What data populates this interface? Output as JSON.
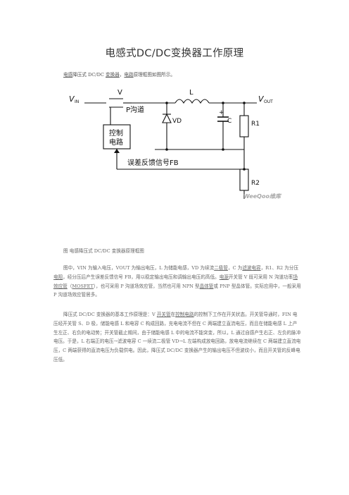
{
  "title": "电感式DC/DC变换器工作原理",
  "intro": {
    "parts": [
      {
        "t": "电感",
        "u": true
      },
      {
        "t": "降压式 DC/DC ",
        "u": false
      },
      {
        "t": "变换器",
        "u": true
      },
      {
        "t": "，",
        "u": false
      },
      {
        "t": "电路",
        "u": true
      },
      {
        "t": "原理框图如图所示。",
        "u": false
      }
    ]
  },
  "diagram": {
    "vin": "V",
    "vin_sub": "IN",
    "vout": "V",
    "vout_sub": "OUT",
    "switch_label": "V",
    "pchannel": "P沟道",
    "inductor": "L",
    "diode": "VD",
    "capacitor": "C",
    "cap_plus": "+",
    "r1": "R1",
    "r2": "R2",
    "control_line1": "控制",
    "control_line2": "电路",
    "feedback": "误差反馈信号FB"
  },
  "watermark": "WeeQoo维库",
  "caption": "图  电感降压式 DC/DC 变换器原理框图",
  "paragraph1": {
    "parts": [
      {
        "t": "图中，VIN 为输入电压，VOUT 为输出电压，L 为储能电感，VD 为续流",
        "u": false
      },
      {
        "t": "二极管",
        "u": true
      },
      {
        "t": "，C 为",
        "u": false
      },
      {
        "t": "滤波电容",
        "u": true
      },
      {
        "t": "，R1、R2 为分压",
        "u": false
      },
      {
        "t": "电阻",
        "u": true
      },
      {
        "t": "，经分压后产生误差反馈信号 FB，用以稳定输出电压和调输出电压的高低。",
        "u": false
      },
      {
        "t": "电源",
        "u": true
      },
      {
        "t": "开关管 V 既可采用 N 沟道功率",
        "u": false
      },
      {
        "t": "场效应管",
        "u": true
      },
      {
        "t": "（",
        "u": false
      },
      {
        "t": "MOSFET",
        "u": true
      },
      {
        "t": "），也可采用 P 沟道场效应管，当然也可用 NPN 型",
        "u": false
      },
      {
        "t": "晶体管",
        "u": true
      },
      {
        "t": "或 PNP 型晶体管。实际应用中，一般采用 P 沟道场效应管居多。",
        "u": false
      }
    ]
  },
  "paragraph2": {
    "parts": [
      {
        "t": "降压式 DC/DC 变换器的基本工作原理是：V ",
        "u": false
      },
      {
        "t": "开关管",
        "u": true
      },
      {
        "t": "在",
        "u": false
      },
      {
        "t": "控制电路",
        "u": true
      },
      {
        "t": "的控制下工作在开关状态。开关管导通时，FIN 电压经开关管 S、D 极，储能电感 L 和电容 C 构成回路，充电电流不但在 C 两端建立直流电压，而且在储能电感 L 上产生左正、右负的电动势；开关管截止期间，由于储能电感 L 中的电流不能突变，所以，L 通过自感产生右正、左负的脉冲电压。于是，L 右端正的电压→滤波电容 C 一续流二极管 VD→L 左端构成放电回路，放电电流继续在 C 两端建立直流电压，C 两端获得的直流电压为负载供电。因此，降压式 DC/DC 变换器产生的输出电压不但波纹小，而且开关管的反峰电压低。",
        "u": false
      }
    ]
  }
}
